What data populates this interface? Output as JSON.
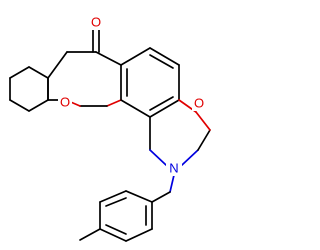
{
  "structure": {
    "atoms": {
      "carbonyl_oxygen": "O",
      "pyran_oxygen": "O",
      "oxazine_oxygen": "O",
      "nitrogen": "N"
    },
    "colors": {
      "bond": "#000000",
      "oxygen": "#e00000",
      "nitrogen": "#0000e0",
      "background": "#ffffff"
    }
  }
}
